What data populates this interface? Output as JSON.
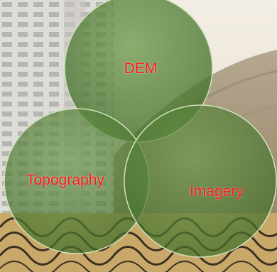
{
  "diagram": {
    "type": "venn",
    "circles": [
      {
        "label": "DEM"
      },
      {
        "label": "Topography"
      },
      {
        "label": "Imagery"
      }
    ]
  },
  "colors": {
    "circle_fill": "#4e7d33",
    "circle_edge": "#cfe3b7",
    "label_text": "#ff1a1a",
    "sky": "#eee7dc",
    "hill": "#b9ad97"
  }
}
